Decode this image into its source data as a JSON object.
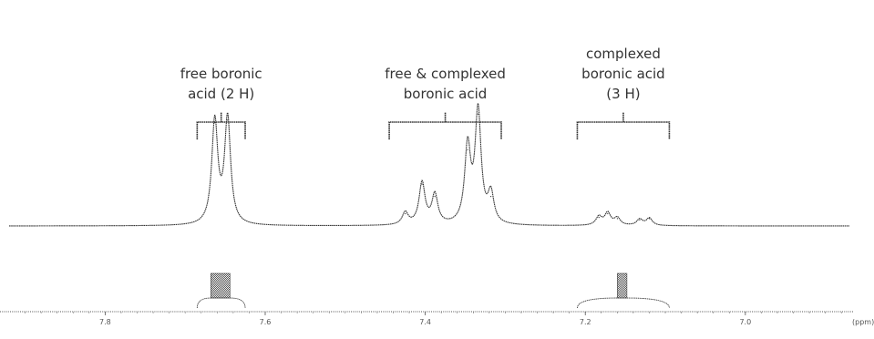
{
  "chart_data": {
    "type": "line",
    "title": "",
    "xlabel": "(ppm)",
    "ylabel": "",
    "x_reversed": true,
    "xlim": [
      6.87,
      7.92
    ],
    "x_ticks": [
      {
        "value": 7.8,
        "label": "7.8"
      },
      {
        "value": 7.6,
        "label": "7.6"
      },
      {
        "value": 7.4,
        "label": "7.4"
      },
      {
        "value": 7.2,
        "label": "7.2"
      },
      {
        "value": 7.0,
        "label": "7.0"
      }
    ],
    "ylim": [
      0,
      1
    ],
    "grid": false,
    "series": [
      {
        "peaks": [
          {
            "ppm": 7.663,
            "height": 0.84
          },
          {
            "ppm": 7.647,
            "height": 0.86
          },
          {
            "ppm": 7.425,
            "height": 0.1
          },
          {
            "ppm": 7.404,
            "height": 0.34
          },
          {
            "ppm": 7.388,
            "height": 0.24
          },
          {
            "ppm": 7.347,
            "height": 0.62
          },
          {
            "ppm": 7.334,
            "height": 0.91
          },
          {
            "ppm": 7.318,
            "height": 0.24
          },
          {
            "ppm": 7.183,
            "height": 0.07
          },
          {
            "ppm": 7.172,
            "height": 0.1
          },
          {
            "ppm": 7.16,
            "height": 0.06
          },
          {
            "ppm": 7.132,
            "height": 0.05
          },
          {
            "ppm": 7.12,
            "height": 0.06
          }
        ]
      }
    ],
    "annotations": [
      {
        "text_lines": [
          "free boronic",
          "acid (2 H)"
        ],
        "ppm_start": 7.685,
        "ppm_end": 7.625
      },
      {
        "text_lines": [
          "free & complexed",
          "boronic acid"
        ],
        "ppm_start": 7.445,
        "ppm_end": 7.305
      },
      {
        "text_lines": [
          "complexed",
          "boronic acid",
          "(3 H)"
        ],
        "ppm_start": 7.21,
        "ppm_end": 7.095
      }
    ],
    "integrals": [
      {
        "ppm_start": 7.685,
        "ppm_end": 7.625,
        "region_ppm": [
          7.668,
          7.644
        ]
      },
      {
        "ppm_start": 7.21,
        "ppm_end": 7.095,
        "region_ppm": [
          7.16,
          7.148
        ]
      }
    ]
  }
}
